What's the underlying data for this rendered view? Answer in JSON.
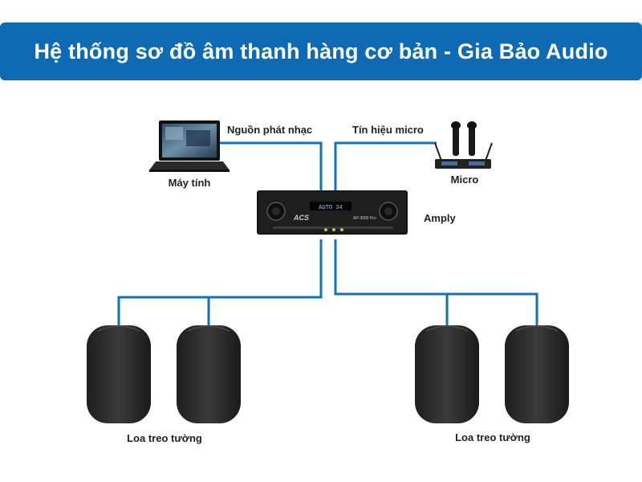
{
  "title": "Hệ thống sơ đồ âm thanh hàng cơ bản - Gia Bảo Audio",
  "colors": {
    "title_bg": "#0f6ab4",
    "wire": "#1273b9",
    "device": "#1c1c1c",
    "speaker": "#2b2b2b"
  },
  "labels": {
    "music_source": "Nguồn phát nhạc",
    "mic_signal": "Tín hiệu micro",
    "computer": "Máy tính",
    "micro": "Micro",
    "amply": "Amply",
    "speakers_left": "Loa treo tường",
    "speakers_right": "Loa treo tường"
  },
  "amp": {
    "brand": "ACS",
    "model": "AP-3000 Pro",
    "display": "AUTO 34"
  },
  "icons": [
    "laptop-icon",
    "wireless-mic-icon",
    "amplifier-icon",
    "wall-speaker-icon"
  ]
}
